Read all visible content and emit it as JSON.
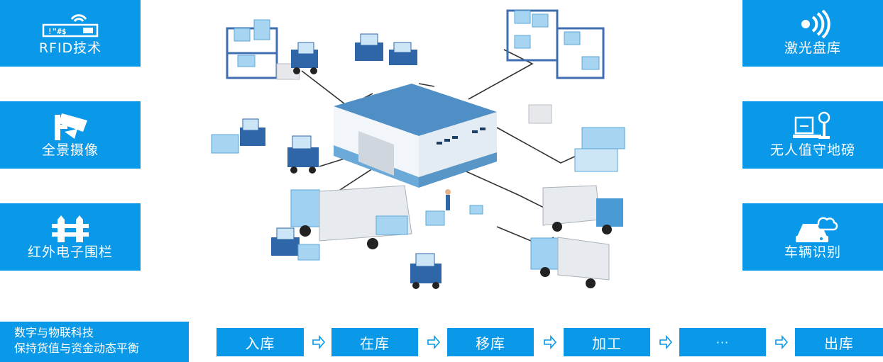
{
  "features_left": [
    {
      "label": "RFID技术",
      "icon": "rfid-reader-icon"
    },
    {
      "label": "全景摄像",
      "icon": "security-camera-icon"
    },
    {
      "label": "红外电子围栏",
      "icon": "fence-icon"
    }
  ],
  "features_right": [
    {
      "label": "激光盘库",
      "icon": "laser-signal-icon"
    },
    {
      "label": "无人值守地磅",
      "icon": "weighbridge-icon"
    },
    {
      "label": "车辆识别",
      "icon": "vehicle-cloud-icon"
    }
  ],
  "rfid_icon_text": "!\"#$",
  "tagline": {
    "line1": "数字与物联科技",
    "line2": "保持货值与资金动态平衡"
  },
  "flow_steps": [
    "入库",
    "在库",
    "移库",
    "加工",
    "···",
    "出库"
  ],
  "colors": {
    "accent": "#0a98e8",
    "scene_blue": "#5ba7d9",
    "scene_light": "#a7d4f0",
    "line": "#333333"
  }
}
